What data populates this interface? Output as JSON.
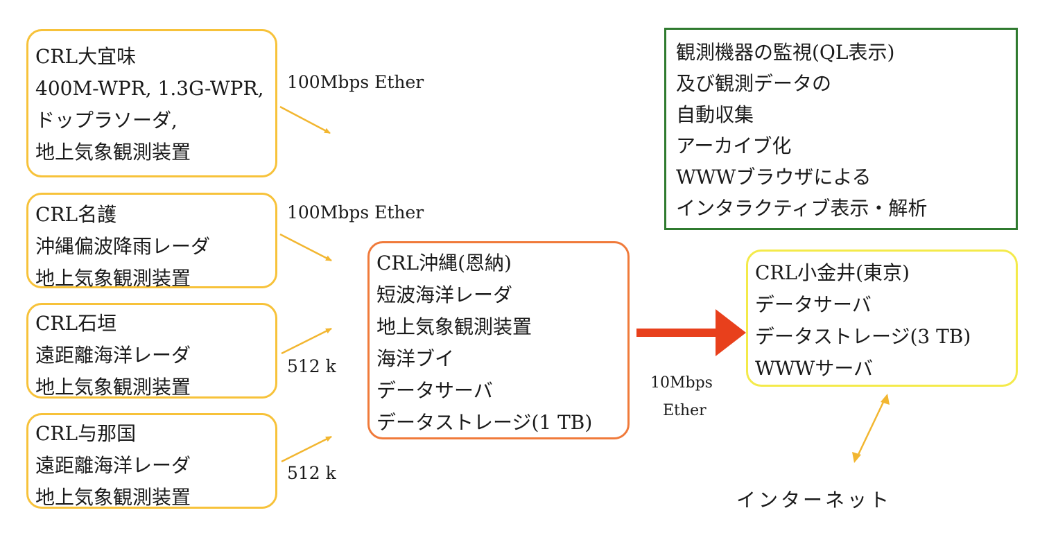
{
  "sites": {
    "ogimi": {
      "name": "CRL大宜味",
      "lines": [
        "400M-WPR, 1.3G-WPR,",
        "ドップラソーダ,",
        "地上気象観測装置"
      ],
      "link": "100Mbps Ether"
    },
    "nago": {
      "name": "CRL名護",
      "lines": [
        "沖縄偏波降雨レーダ",
        "地上気象観測装置"
      ],
      "link": "100Mbps Ether"
    },
    "ishigaki": {
      "name": "CRL石垣",
      "lines": [
        "遠距離海洋レーダ",
        "地上気象観測装置"
      ],
      "link": "512 k"
    },
    "yonaguni": {
      "name": "CRL与那国",
      "lines": [
        "遠距離海洋レーダ",
        "地上気象観測装置"
      ],
      "link": "512 k"
    }
  },
  "hub": {
    "name": "CRL沖縄(恩納)",
    "lines": [
      "短波海洋レーダ",
      "地上気象観測装置",
      "海洋ブイ",
      "データサーバ",
      "データストレージ(1 TB)"
    ],
    "link_line1": "10Mbps",
    "link_line2": "Ether"
  },
  "tokyo": {
    "name": "CRL小金井(東京)",
    "lines": [
      "データサーバ",
      "データストレージ(3 TB)",
      "WWWサーバ"
    ]
  },
  "features": {
    "lines": [
      "観測機器の監視(QL表示)",
      "及び観測データの",
      "自動収集",
      "アーカイブ化",
      "WWWブラウザによる",
      " インタラクティブ表示・解析"
    ]
  },
  "internet": "インターネット",
  "colors": {
    "site_border": "#f7c23a",
    "hub_border": "#f07a3a",
    "tokyo_border": "#f4ea4a",
    "feature_border": "#2f7a2f",
    "main_arrow": "#e8401c",
    "thin_arrow": "#f2b630"
  }
}
